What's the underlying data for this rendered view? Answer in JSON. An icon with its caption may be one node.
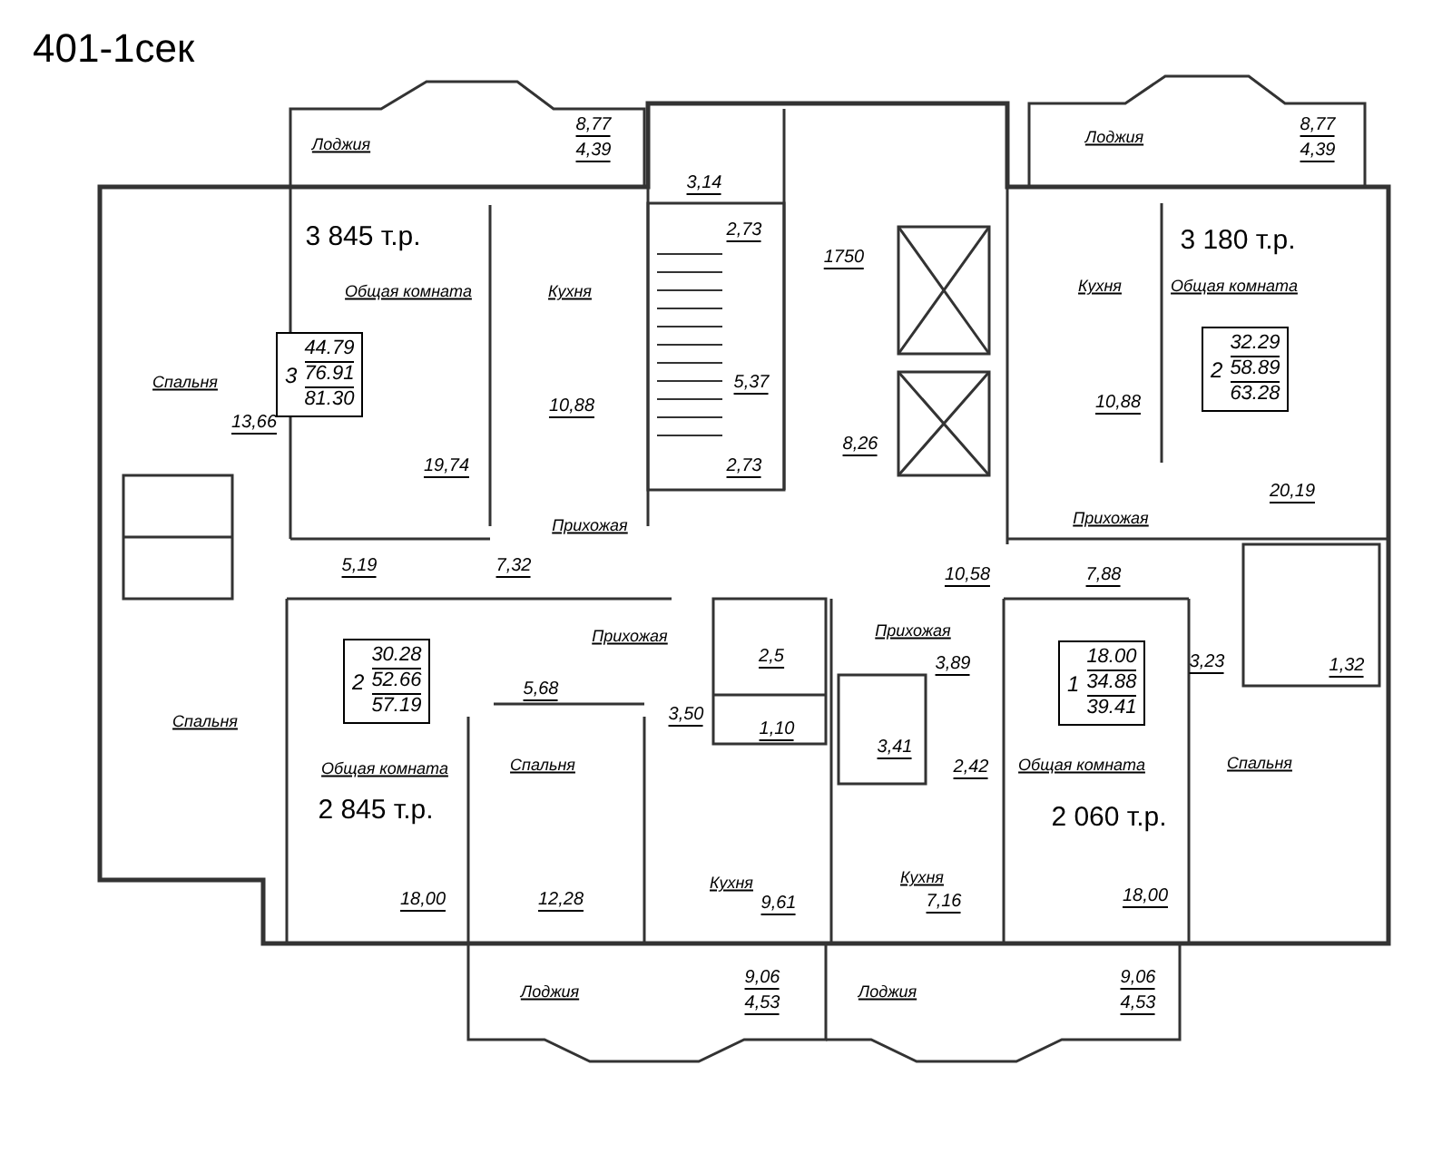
{
  "diagram": {
    "title": "401-1сек",
    "nodes": [
      {
        "text": [
          "3",
          "44.79",
          "76.91",
          "81.30"
        ]
      },
      {
        "text": [
          "2",
          "32.29",
          "58.89",
          "63.28"
        ]
      },
      {
        "text": [
          "2",
          "30.28",
          "52.66",
          "57.19"
        ]
      },
      {
        "text": [
          "1",
          "18.00",
          "34.88",
          "39.41"
        ]
      }
    ],
    "labels": [
      "Лоджия",
      "8,77",
      "4,39",
      "Лоджия",
      "8,77",
      "4,39",
      "3,14",
      "3 845 т.р.",
      "2,73",
      "3 180 т.р.",
      "1750",
      "Общая комната",
      "Кухня",
      "Кухня",
      "Общая комната",
      "Спальня",
      "5,37",
      "13,66",
      "10,88",
      "10,88",
      "8,26",
      "19,74",
      "2,73",
      "20,19",
      "Прихожая",
      "Прихожая",
      "5,19",
      "7,32",
      "10,58",
      "7,88",
      "Прихожая",
      "Прихожая",
      "2,5",
      "3,89",
      "3,23",
      "1,32",
      "5,68",
      "3,50",
      "Спальня",
      "1,10",
      "3,41",
      "Общая комната",
      "Спальня",
      "2,42",
      "Общая комната",
      "Спальня",
      "2 845 т.р.",
      "2 060 т.р.",
      "18,00",
      "12,28",
      "Кухня",
      "9,61",
      "Кухня",
      "7,16",
      "18,00",
      "Лоджия",
      "9,06",
      "4,53",
      "Лоджия",
      "9,06",
      "4,53"
    ]
  }
}
